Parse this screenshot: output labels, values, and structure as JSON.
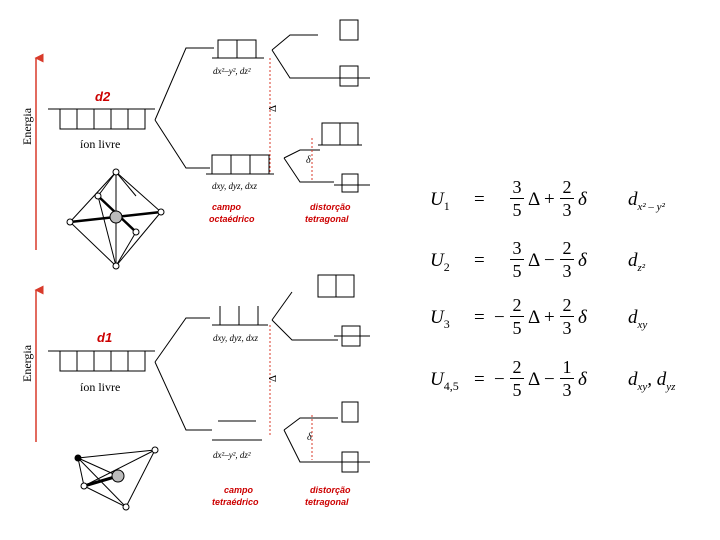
{
  "panel_top": {
    "ion_label": "d2",
    "axis_label": "Energia",
    "free_ion": "íon livre",
    "upper_orbitals": "dx²–y², dz²",
    "lower_orbitals": "dxy, dyz, dxz",
    "delta": "Δ",
    "small_delta": "δ",
    "field_label": [
      "campo",
      "octaédrico"
    ],
    "distortion_label": [
      "distorção",
      "tetragonal"
    ]
  },
  "panel_bottom": {
    "ion_label": "d1",
    "axis_label": "Energia",
    "free_ion": "íon livre",
    "upper_orbitals": "dxy, dyz, dxz",
    "lower_orbitals": "dx²–y², dz²",
    "delta": "Δ",
    "small_delta": "δ",
    "field_label": [
      "campo",
      "tetraédrico"
    ],
    "distortion_label": [
      "distorção",
      "tetragonal"
    ]
  },
  "equations": [
    {
      "lhs": "U",
      "sub": "1",
      "op": "=",
      "sign": "",
      "a_num": "3",
      "a_den": "5",
      "mid": "+",
      "b_num": "2",
      "b_den": "3",
      "orbital": "d",
      "orbital_sub": "x² – y²"
    },
    {
      "lhs": "U",
      "sub": "2",
      "op": "=",
      "sign": "",
      "a_num": "3",
      "a_den": "5",
      "mid": "−",
      "b_num": "2",
      "b_den": "3",
      "orbital": "d",
      "orbital_sub": "z²"
    },
    {
      "lhs": "U",
      "sub": "3",
      "op": "=",
      "sign": "−",
      "a_num": "2",
      "a_den": "5",
      "mid": "+",
      "b_num": "2",
      "b_den": "3",
      "orbital": "d",
      "orbital_sub": "xy"
    },
    {
      "lhs": "U",
      "sub": "4,5",
      "op": "=",
      "sign": "−",
      "a_num": "2",
      "a_den": "5",
      "mid": "−",
      "b_num": "1",
      "b_den": "3",
      "orbital": "d",
      "orbital_sub": "xy",
      "orbital2": "d",
      "orbital2_sub": "yz"
    }
  ],
  "colors": {
    "arrow": "#d83a2a",
    "label_red": "#cc0000"
  }
}
